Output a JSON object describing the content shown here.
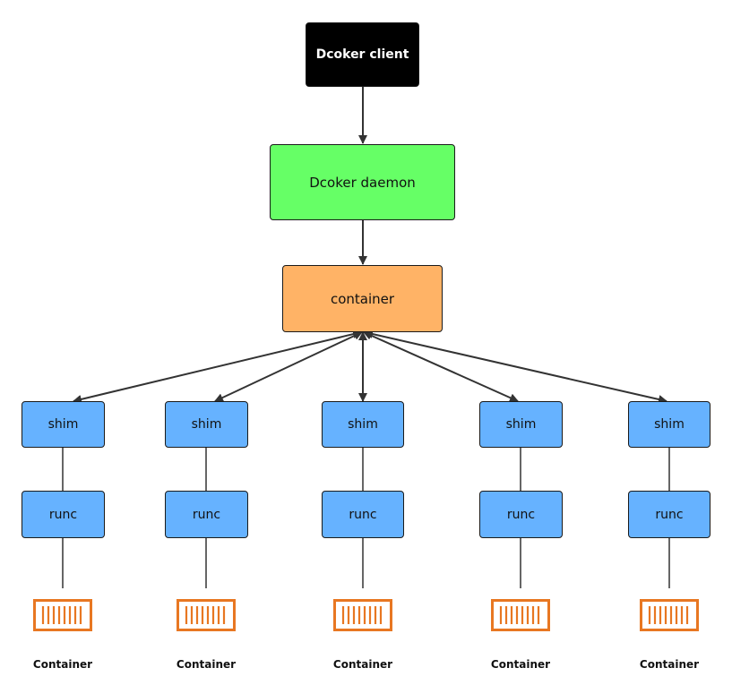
{
  "colors": {
    "client": "#000000",
    "daemon": "#66ff66",
    "containerd": "#ffb366",
    "shim": "#66b2ff",
    "runc": "#66b2ff",
    "container_icon": "#e87722",
    "line": "#333333"
  },
  "nodes": {
    "client": "Dcoker client",
    "daemon": "Dcoker daemon",
    "containerd": "container"
  },
  "columns": [
    {
      "shim": "shim",
      "runc": "runc",
      "icon": "shipping-container-icon",
      "label": "Container"
    },
    {
      "shim": "shim",
      "runc": "runc",
      "icon": "shipping-container-icon",
      "label": "Container"
    },
    {
      "shim": "shim",
      "runc": "runc",
      "icon": "shipping-container-icon",
      "label": "Container"
    },
    {
      "shim": "shim",
      "runc": "runc",
      "icon": "shipping-container-icon",
      "label": "Container"
    },
    {
      "shim": "shim",
      "runc": "runc",
      "icon": "shipping-container-icon",
      "label": "Container"
    }
  ]
}
